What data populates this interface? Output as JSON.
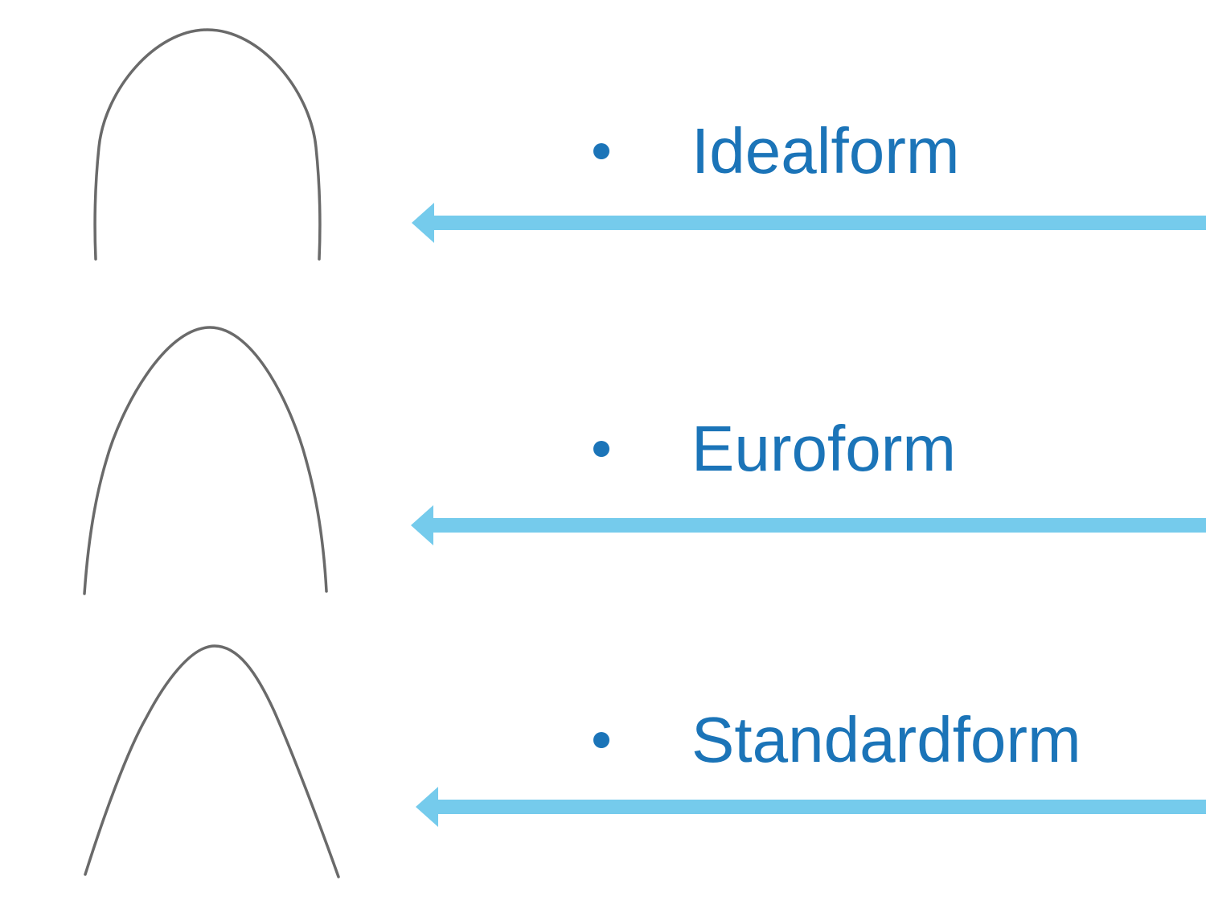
{
  "slide": {
    "description": "Archwire forms diagram slide"
  },
  "colors": {
    "label": "#1b74b8",
    "arrow": "#75cbec",
    "wire": "#6a6a6a",
    "background": "#ffffff"
  },
  "icons": {
    "bullet": "dot",
    "arrow": "left-arrow"
  },
  "items": [
    {
      "label": "Idealform"
    },
    {
      "label": "Euroform"
    },
    {
      "label": "Standardform"
    }
  ]
}
